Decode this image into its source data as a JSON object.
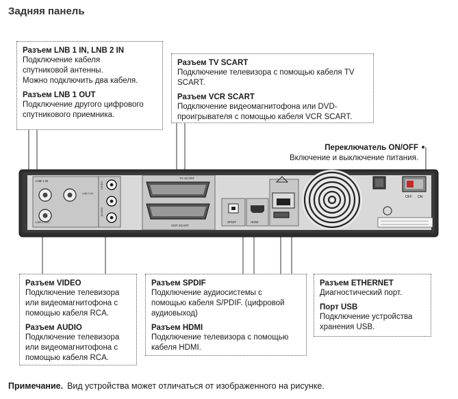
{
  "page_title": "Задняя панель",
  "boxes": {
    "lnb": {
      "h1": "Разъем LNB 1 IN, LNB 2 IN",
      "d1": [
        "Подключение кабеля",
        "спутниковой антенны.",
        "Можно подключить два кабеля."
      ],
      "h2": "Разъем LNB 1 OUT",
      "d2": [
        "Подключение другого цифрового",
        "спутникового приемника."
      ]
    },
    "scart": {
      "h1": "Разъем TV SCART",
      "d1": [
        "Подключение телевизора с помощью кабеля TV",
        "SCART."
      ],
      "h2": "Разъем VCR SCART",
      "d2": [
        "Подключение видеомагнитофона или DVD-",
        "проигрывателя с помощью кабеля VCR SCART."
      ]
    },
    "power": {
      "h1": "Переключатель ON/OFF",
      "d1": "Включение и выключение питания."
    },
    "rca": {
      "h1": "Разъем VIDEO",
      "d1": [
        "Подключение телевизора",
        "или видеомагнитофона с",
        "помощью кабеля RCA."
      ],
      "h2": "Разъем AUDIO",
      "d2": [
        "Подключение телевизора",
        "или видеомагнитофона с",
        "помощью кабеля RCA."
      ]
    },
    "digital": {
      "h1": "Разъем SPDIF",
      "d1": [
        "Подключение аудиосистемы с",
        "помощью кабеля S/PDIF. (цифровой",
        "аудиовыход)"
      ],
      "h2": "Разъем HDMI",
      "d2": [
        "Подключение телевизора с помощью",
        "кабеля HDMI."
      ]
    },
    "network": {
      "h1": "Разъем ETHERNET",
      "d1": "Диагностический порт.",
      "h2": "Порт USB",
      "d2": [
        "Подключение устройства",
        "хранения USB."
      ]
    }
  },
  "note": {
    "label": "Примечание.",
    "text": "Вид устройства может отличаться от изображенного на рисунке."
  },
  "panel_labels": {
    "lnb_in": "LNB 1 IN",
    "lnb_out": "LNB 1 OUT",
    "lnb2": "LNB 2 IN",
    "video": "VIDEO",
    "audio": "AUDIO",
    "tv_scart": "TV SCART",
    "vcr_scart": "VCR SCART",
    "spdif": "SPDIF",
    "hdmi": "HDMI",
    "off": "OFF",
    "on": "ON"
  }
}
